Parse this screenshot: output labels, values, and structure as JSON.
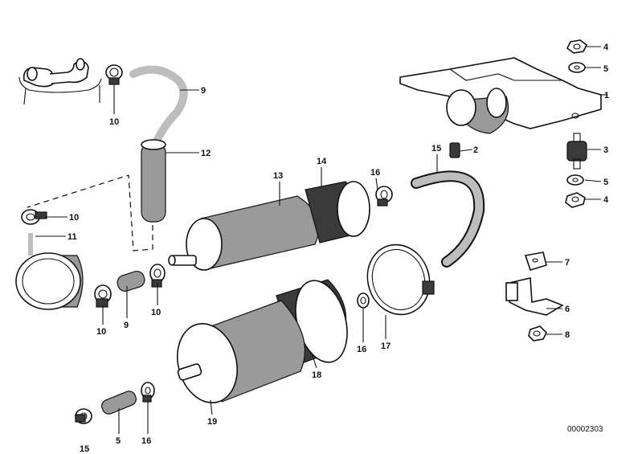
{
  "diagram": {
    "image_code": "00002303",
    "callouts": [
      "1",
      "2",
      "3",
      "4",
      "5",
      "6",
      "7",
      "8",
      "9",
      "10",
      "11",
      "12",
      "13",
      "14",
      "15",
      "16",
      "17",
      "18",
      "19"
    ],
    "cutoff_labels": [
      "15",
      "5"
    ],
    "callout_text": {
      "c1": "1",
      "c2": "2",
      "c3": "3",
      "c4a": "4",
      "c4b": "4",
      "c5a": "5",
      "c5b": "5",
      "c6": "6",
      "c7": "7",
      "c8": "8",
      "c9a": "9",
      "c9b": "9",
      "c10a": "10",
      "c10b": "10",
      "c10c": "10",
      "c10d": "10",
      "c11": "11",
      "c12": "12",
      "c13": "13",
      "c14": "14",
      "c15": "15",
      "c16a": "16",
      "c16b": "16",
      "c16c": "16",
      "c17": "17",
      "c18": "18",
      "c19": "19",
      "cut15": "15",
      "cut5": "5"
    }
  }
}
